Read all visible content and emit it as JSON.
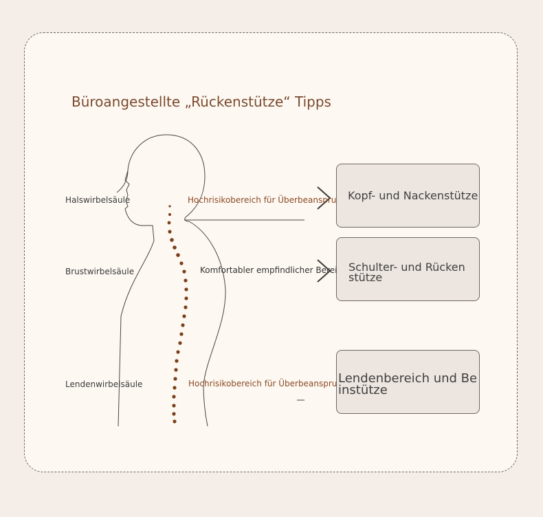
{
  "title": "Büroangestellte „Rückenstütze“ Tipps",
  "regions": {
    "cervical": "Halswirbelsäule",
    "thoracic": "Brustwirbelsäule",
    "lumbar": "Lendenwirbelsäule"
  },
  "notes": {
    "cervical": "Hochrisikobereich für Überbeanspruchung",
    "thoracic": "Komfortabler empfindlicher Bereich",
    "lumbar": "Hochrisikobereich für Überbeanspruchung"
  },
  "tips": {
    "neck": "Kopf- und Nackenstütze",
    "shoulder_line1": "Schulter- und Rücken",
    "shoulder_line2": "stütze",
    "lumbar_line1": "Lendenbereich und Be",
    "lumbar_line2": "instütze"
  },
  "colors": {
    "title": "#7a4a2e",
    "risk_note": "#8a4a24",
    "spine_dot": "#7a3f1a",
    "box_fill": "#ede6e0"
  },
  "icons": [
    "chevron-right-icon",
    "chevron-right-icon"
  ]
}
